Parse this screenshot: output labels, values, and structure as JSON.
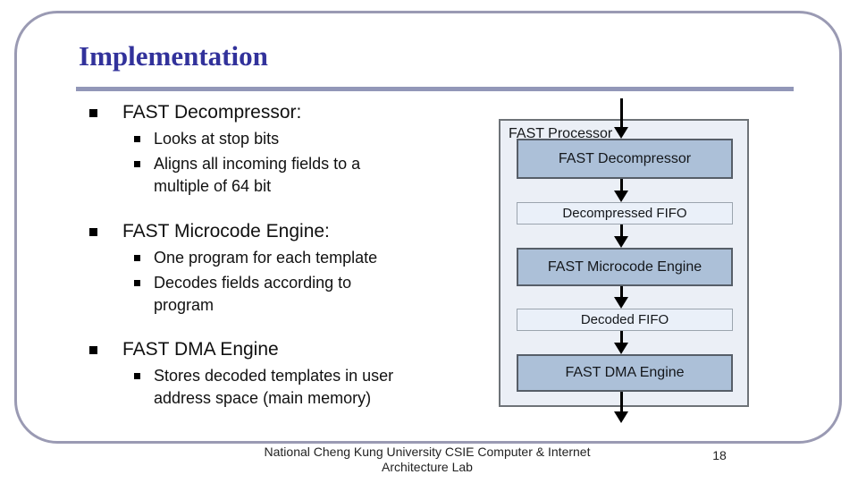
{
  "colors": {
    "title": "#32329B",
    "rule": "#9297B8",
    "slide_border": "#9A9AB3",
    "body_text": "#111111",
    "engine_fill": "#ACC0D8",
    "engine_border": "#565E68",
    "fifo_fill": "#EAF0F9",
    "fifo_border": "#9BA4AE",
    "container_fill": "#EBEFF6",
    "container_border": "#6E7378",
    "arrow": "#000000",
    "footer_text": "#222222"
  },
  "header": {
    "title": "Implementation"
  },
  "slide": {
    "groups": [
      {
        "label": "FAST Decompressor:",
        "items": [
          "Looks at stop bits",
          "Aligns all incoming fields to a\nmultiple of 64 bit"
        ]
      },
      {
        "label": "FAST Microcode Engine:",
        "items": [
          "One program for each template",
          "Decodes fields according to\nprogram"
        ]
      },
      {
        "label": "FAST DMA Engine",
        "items": [
          "Stores decoded templates in user\naddress space (main memory)"
        ]
      }
    ]
  },
  "diagram": {
    "container_label": "FAST Processor",
    "nodes": [
      {
        "label": "FAST Decompressor",
        "kind": "engine"
      },
      {
        "label": "Decompressed FIFO",
        "kind": "fifo"
      },
      {
        "label": "FAST Microcode Engine",
        "kind": "engine"
      },
      {
        "label": "Decoded FIFO",
        "kind": "fifo"
      },
      {
        "label": "FAST DMA Engine",
        "kind": "engine"
      }
    ]
  },
  "footer": {
    "affiliation": "National Cheng Kung University CSIE Computer & Internet\nArchitecture Lab",
    "page_number": "18"
  }
}
